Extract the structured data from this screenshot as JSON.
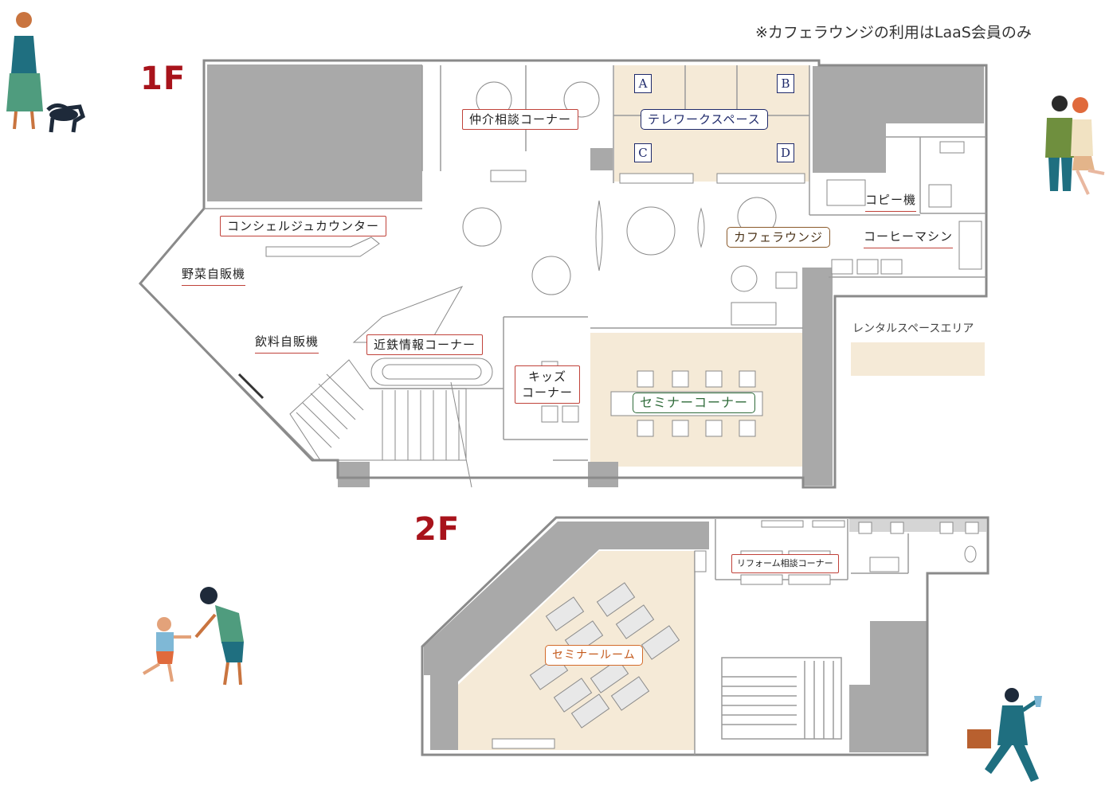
{
  "note": "※カフェラウンジの利用はLaaS会員のみ",
  "floors": {
    "first": "1F",
    "second": "2F"
  },
  "labels_1f": {
    "chukai": "仲介相談コーナー",
    "telework": "テレワークスペース",
    "concierge": "コンシェルジュカウンター",
    "yasai": "野菜自販機",
    "copy": "コピー機",
    "coffee": "コーヒーマシン",
    "cafe": "カフェラウンジ",
    "inryo": "飲料自販機",
    "kintetsu": "近鉄情報コーナー",
    "kids_line1": "キッズ",
    "kids_line2": "コーナー",
    "seminar_corner": "セミナーコーナー"
  },
  "telework_booths": [
    "A",
    "B",
    "C",
    "D"
  ],
  "labels_2f": {
    "reform": "リフォーム相談コーナー",
    "seminar_room": "セミナールーム"
  },
  "legend": {
    "label": "レンタルスペースエリア",
    "color": "#f5ead7"
  },
  "colors": {
    "wall": "#8a8a8a",
    "gray_block": "#a9a9a9",
    "rental": "#f5ead7",
    "accent_red": "#a8131b",
    "label_border": "#c0423a"
  },
  "icons": [
    "person-walking-dog-illustration",
    "two-women-illustration",
    "parent-child-illustration",
    "businessman-illustration"
  ]
}
